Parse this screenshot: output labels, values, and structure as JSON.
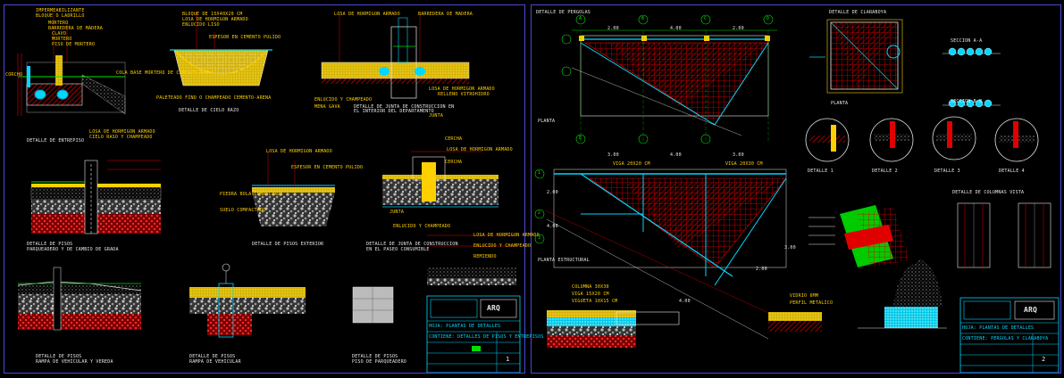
{
  "sheets": {
    "left": {
      "titles": {
        "entrepiso": "DETALLE DE ENTREPISO",
        "cielo_raso": "DETALLE DE CIELO RAZO",
        "junta_interior": "DETALLE DE JUNTA DE CONSTRUCCION EN EL INTERIOR DEL DEPARTAMENTO",
        "pisos_grada_a": "DETALLE DE PISOS",
        "pisos_grada_b": "PARQUEADERO Y DE CAMBIO DE GRADA",
        "pisos_exterior": "DETALLE DE PISOS EXTERIOR",
        "junta_exterior_a": "DETALLE DE JUNTA DE CONSTRUCCION",
        "junta_exterior_b": "EN EL PASEO CONSUMIBLE",
        "rampa_vereda_a": "DETALLE DE PISOS",
        "rampa_vereda_b": "RAMPA DE VEHICULAR Y VEREDA",
        "rampa_veh_a": "DETALLE DE PISOS",
        "rampa_veh_b": "RAMPA DE VEHICULAR",
        "parqueadero_a": "DETALLE DE PISOS",
        "parqueadero_b": "PISO DE PARQUEADERO"
      },
      "notes": {
        "n1": "IMPERMEABILIZANTE",
        "n2": "BLOQUE O LADRILLO",
        "n3": "MORTERO",
        "n4": "BARREDERA DE MADERA",
        "n5": "CLAVO",
        "n6": "MORTERO",
        "n7": "PISO DE MORTERO",
        "n8": "CORCHO",
        "n9": "LOSA DE HORMIGON ARMADO",
        "n10": "CIELO RASO Y CHAMPEADO",
        "n11": "BLOQUE DE 15X40X20 CM",
        "n12": "LOSA DE HORMIGON ARMADO",
        "n13": "ENLUCIDO LISO",
        "n14": "ESPESOR EN CEMENTO PULIDO",
        "n15": "COLA BASE MORTERO DE CEMENTO-ARENA",
        "n16": "PALETEADO FINO O CHAMPEADO CEMENTO-ARENA",
        "n17": "LOSA DE HORMIGON ARMADO",
        "n18": "BARREDERA DE MADERA",
        "n19": "ENLUCIDO Y CHAMPEADO",
        "n20": "MENA GAVA",
        "n21": "LOSA DE HORMIGON ARMADO",
        "n22": "RELLENO VITROHIDRO",
        "n23": "CERCHA",
        "n24": "JUNTA",
        "n25": "LOSA DE HORMIGON ARMADO",
        "n26": "ESPESOR EN CEMENTO PULIDO",
        "n27": "PIEDRA BOLA COMPACTADA",
        "n28": "SUELO COMPACTADO",
        "n29": "JUNTA",
        "n30": "ENLUCIDO Y CHAMPEADO",
        "n31": "CERCHA",
        "n32": "LOSA DE HORMIGON ARMADO",
        "n33": "LOSA DE HORMIGON ARMADO",
        "n34": "ENLUCIDO Y CHAMPEADO",
        "n35": "REMIENDO"
      },
      "title_block": {
        "logo": "ARQ",
        "line1": "HOJA: PLANTAS DE DETALLES",
        "line2": "CONTIENE: DETALLES DE PISOS Y ENTREPISOS",
        "sheet_no": "1"
      }
    },
    "right": {
      "titles": {
        "pergolas": "DETALLE DE PERGOLAS",
        "planta": "PLANTA",
        "planta_estructural": "PLANTA ESTRUCTURAL",
        "claraboya": "DETALLE DE CLARABOYA",
        "planta_claraboya": "PLANTA",
        "seccion_a": "SECCION A-A",
        "seccion_b": "SECCION B-B",
        "detalle1": "DETALLE 1",
        "detalle2": "DETALLE 2",
        "detalle3": "DETALLE 3",
        "detalle4": "DETALLE 4",
        "columnas": "DETALLE DE COLUMNAS VISTA"
      },
      "axes": {
        "a1": "A",
        "a2": "B",
        "a3": "C",
        "a4": "D",
        "a5": "E",
        "a6": "1",
        "a7": "2",
        "a8": "3"
      },
      "dims": {
        "d1": "2.00",
        "d2": "4.00",
        "d3": "2.00",
        "d4": "3.00",
        "d5": "4.00",
        "d6": "3.00",
        "d7": "2.00",
        "d8": "4.00",
        "d9": "2.00",
        "d10": "3.00",
        "d11": "4.00"
      },
      "notes": {
        "v1": "VIGA 20X20 CM",
        "v2": "VIGA 20X30 CM",
        "v3": "COLUMNA 30X30",
        "v4": "VIGA 15X20 CM",
        "v5": "VIGUETA 10X15 CM",
        "v6": "VIDRIO 6MM",
        "v7": "PERFIL METALICO"
      },
      "title_block": {
        "logo": "ARQ",
        "line1": "HOJA: PLANTAS DE DETALLES",
        "line2": "CONTIENE: PERGOLAS Y CLARABOYA",
        "sheet_no": "2"
      }
    }
  },
  "colors": {
    "frame": "#4a4ad8",
    "gold": "#ffd000",
    "red": "#e00000",
    "cyan": "#00d8ff",
    "green": "#00e000",
    "white": "#e8e8e8"
  }
}
